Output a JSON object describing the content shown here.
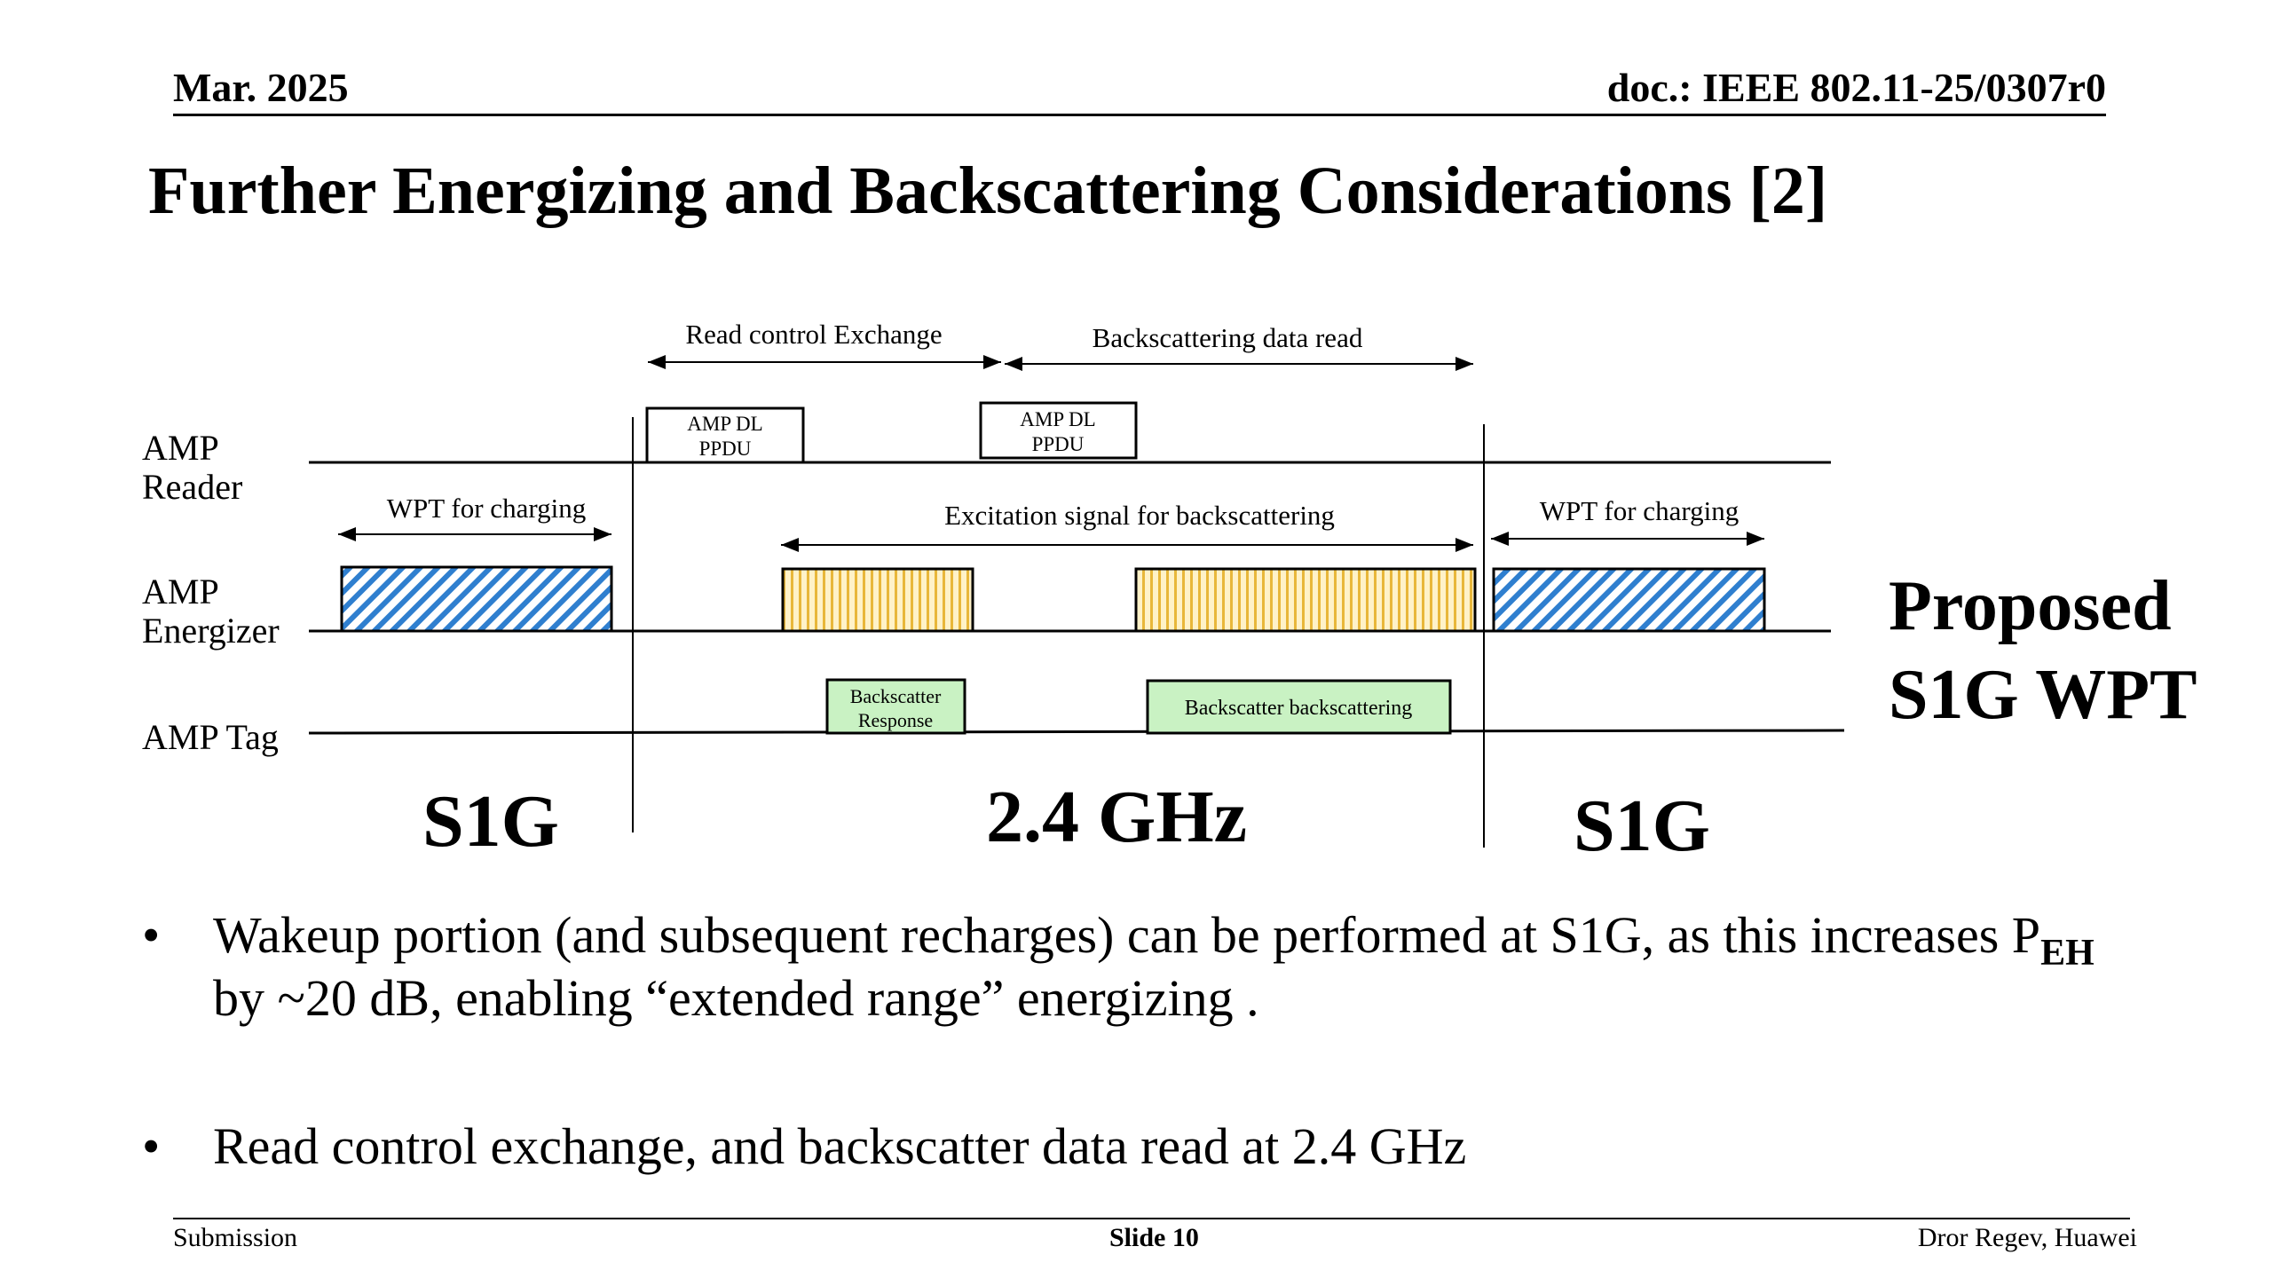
{
  "header": {
    "date": "Mar. 2025",
    "doc": "doc.: IEEE 802.11-25/0307r0"
  },
  "title": "Further Energizing and Backscattering Considerations [2]",
  "diagram": {
    "rows": {
      "reader_line1": "AMP",
      "reader_line2": "Reader",
      "energizer_line1": "AMP",
      "energizer_line2": "Energizer",
      "tag": "AMP Tag"
    },
    "arrows": {
      "read_control": "Read control Exchange",
      "backscatter_read": "Backscattering data read",
      "wpt_left": "WPT for charging",
      "excitation": "Excitation signal for backscattering",
      "wpt_right": "WPT for charging"
    },
    "boxes": {
      "ppdu1_line1": "AMP DL",
      "ppdu1_line2": "PPDU",
      "ppdu2_line1": "AMP DL",
      "ppdu2_line2": "PPDU",
      "bs_resp_line1": "Backscatter",
      "bs_resp_line2": "Response",
      "bs_back": "Backscatter backscattering"
    },
    "bands": {
      "left": "S1G",
      "middle": "2.4 GHz",
      "right": "S1G"
    },
    "colors": {
      "wpt_stripe": "#2f7fcf",
      "excitation_stripe": "#e8b73a",
      "excitation_fill": "#fff2c8",
      "backscatter_fill": "#c9f2c3"
    }
  },
  "proposed": {
    "line1": "Proposed",
    "line2": "S1G WPT"
  },
  "bullets": {
    "b1_part1": "Wakeup portion (and subsequent recharges) can be performed at S1G,  as this increases P",
    "b1_sub": "EH",
    "b1_part2": " by ~20 dB, enabling “extended range” energizing  .",
    "b2": "Read control exchange, and backscatter data read at 2.4 GHz",
    "bullet_glyph": "•"
  },
  "footer": {
    "left": "Submission",
    "center": "Slide 10",
    "right": "Dror Regev, Huawei"
  }
}
